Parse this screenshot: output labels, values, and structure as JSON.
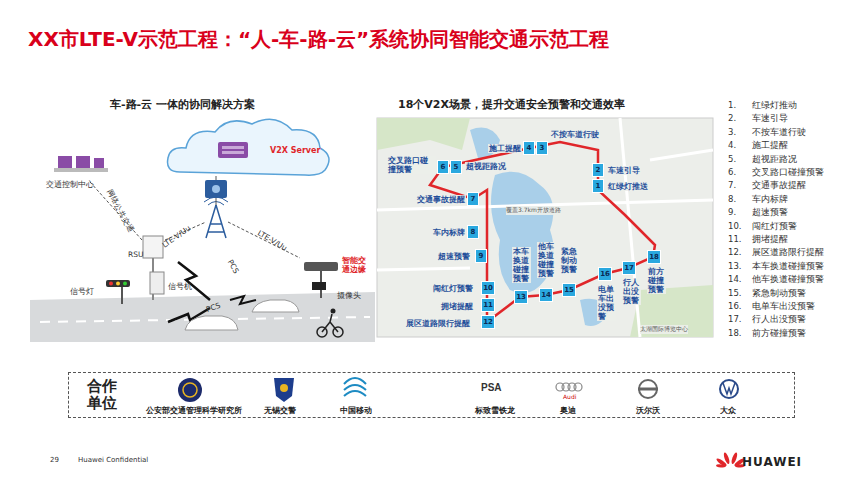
{
  "diagram": {
    "title": "XX市LTE-V示范工程：“人-车-路-云”系统协同智能交通示范工程",
    "nodes": [
      {
        "text": [
          "1"
        ]
      },
      {
        "text": [
          "2"
        ]
      },
      {
        "text": [
          "3"
        ]
      },
      {
        "text": [
          "4"
        ]
      },
      {
        "text": [
          "5"
        ]
      },
      {
        "text": [
          "6"
        ]
      },
      {
        "text": [
          "7"
        ]
      },
      {
        "text": [
          "8"
        ]
      },
      {
        "text": [
          "9"
        ]
      },
      {
        "text": [
          "10"
        ]
      },
      {
        "text": [
          "11"
        ]
      },
      {
        "text": [
          "12"
        ]
      },
      {
        "text": [
          "13"
        ]
      },
      {
        "text": [
          "14"
        ]
      },
      {
        "text": [
          "15"
        ]
      },
      {
        "text": [
          "16"
        ]
      },
      {
        "text": [
          "17"
        ]
      },
      {
        "text": [
          "18"
        ]
      },
      {
        "text": [
          "合作 单位"
        ]
      }
    ],
    "labels": [
      "车-路-云 一体的协同解决方案",
      "V2X Server",
      "交通控制中心",
      "网络公共交通",
      "LTE-V/Uu",
      "LTE-V/Uu",
      "RSU",
      "PCS",
      "智能交通边缘",
      "信号灯",
      "信号机",
      "摄像头",
      "PCS",
      "18个V2X场景，提升交通安全预警和交通效率",
      "不按车道行驶",
      "施工提醒",
      "交叉路口碰撞预警",
      "超视距路况",
      "车速引导",
      "红绿灯推送",
      "交通事故提醒",
      "覆盖3.7km开放道路",
      "车内标牌",
      "超速预警",
      "本车换道碰撞预警",
      "他车换道碰撞预警",
      "紧急制动预警",
      "闯红灯预警",
      "拥堵提醒",
      "展区道路限行提醒",
      "电单车出没预警",
      "行人出没预警",
      "前方碰撞预警",
      "太湖国际博览中心",
      "1.",
      "红绿灯推动",
      "2.",
      "车速引导",
      "3.",
      "不按车道行驶",
      "4.",
      "施工提醒",
      "5.",
      "超视距路况",
      "6.",
      "交叉路口碰撞预警",
      "7.",
      "交通事故提醒",
      "8.",
      "车内标牌",
      "9.",
      "超速预警",
      "10.",
      "闯红灯预警",
      "11.",
      "拥堵提醒",
      "12.",
      "展区道路限行提醒",
      "13.",
      "本车换道碰撞预警",
      "14.",
      "他车换道碰撞预警",
      "15.",
      "紧急制动预警",
      "16.",
      "电单车出没预警",
      "17.",
      "行人出没预警",
      "18.",
      "前方碰撞预警",
      "公安部交通管理科学研究所",
      "无锡交警",
      "中国移动",
      "PSA",
      "标致雪铁龙",
      "Audi",
      "奥迪",
      "沃尔沃",
      "大众",
      "29",
      "Huawei Confidential",
      "HUAWEI"
    ]
  }
}
